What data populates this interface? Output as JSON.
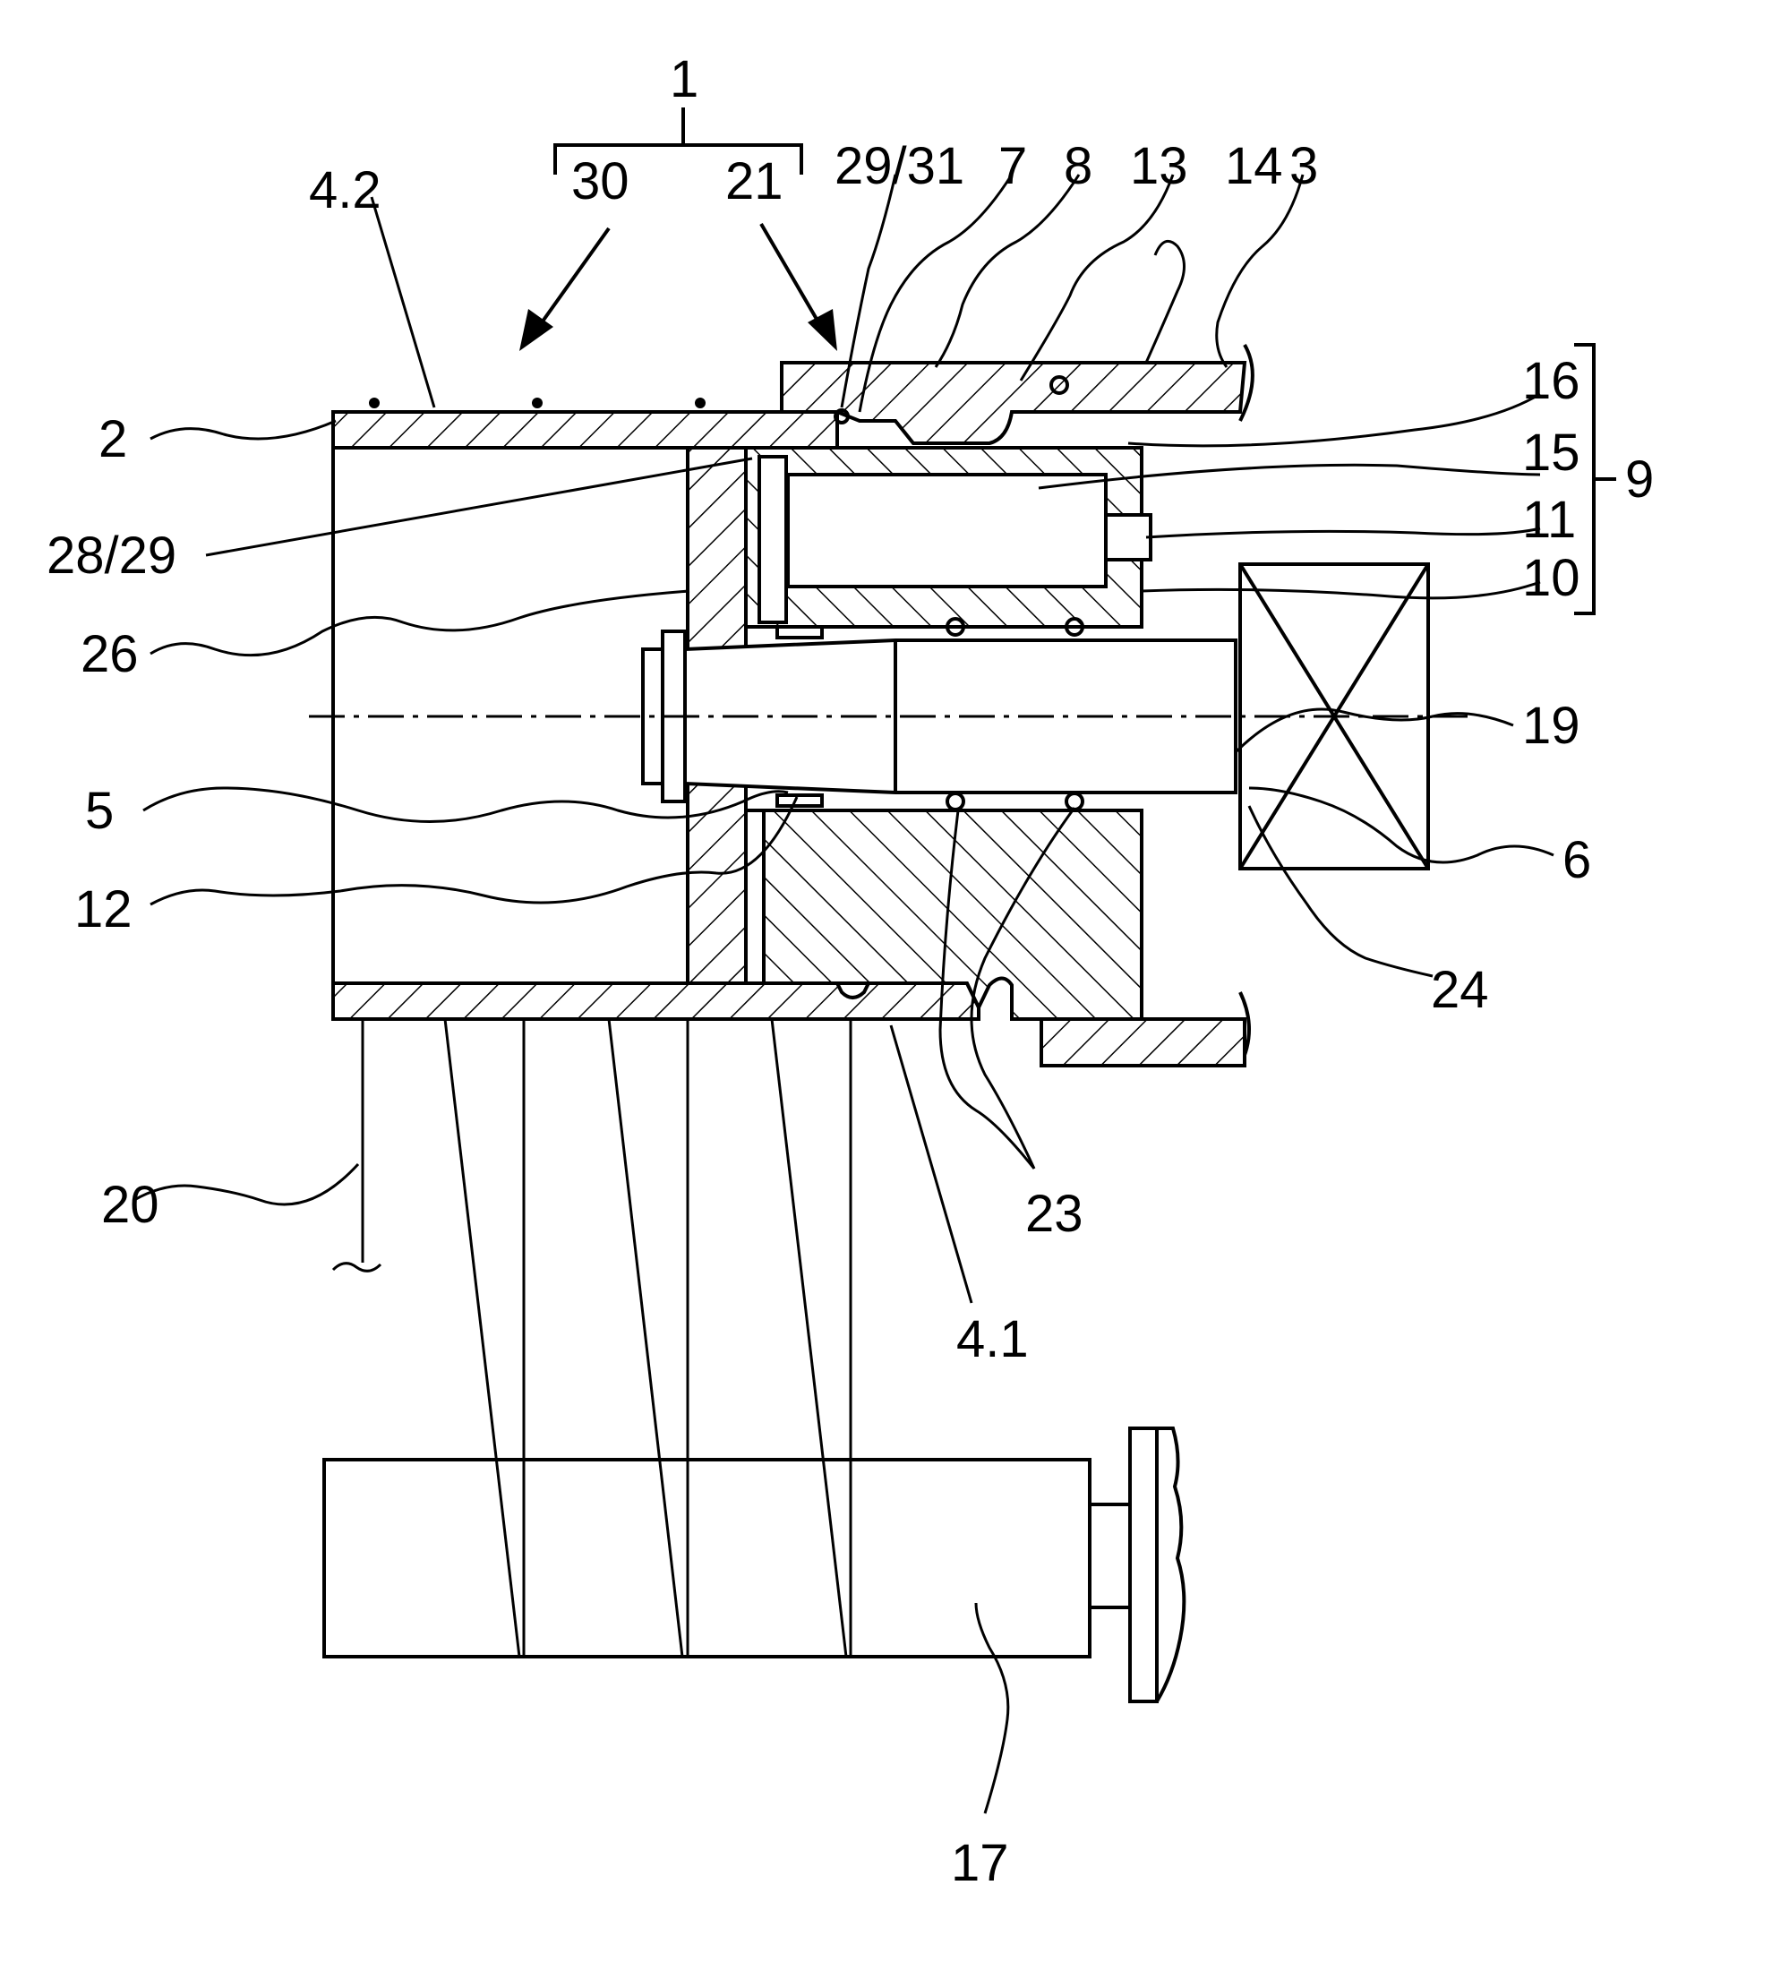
{
  "figure": {
    "labels": [
      {
        "id": "l1",
        "text": "1"
      },
      {
        "id": "l30",
        "text": "30"
      },
      {
        "id": "l21",
        "text": "21"
      },
      {
        "id": "l4_2",
        "text": "4.2"
      },
      {
        "id": "l29_31",
        "text": "29/31"
      },
      {
        "id": "l7",
        "text": "7"
      },
      {
        "id": "l8",
        "text": "8"
      },
      {
        "id": "l13",
        "text": "13"
      },
      {
        "id": "l14",
        "text": "14"
      },
      {
        "id": "l3",
        "text": "3"
      },
      {
        "id": "l16",
        "text": "16"
      },
      {
        "id": "l15",
        "text": "15"
      },
      {
        "id": "l9",
        "text": "9"
      },
      {
        "id": "l11",
        "text": "11"
      },
      {
        "id": "l10",
        "text": "10"
      },
      {
        "id": "l2",
        "text": "2"
      },
      {
        "id": "l28_29",
        "text": "28/29"
      },
      {
        "id": "l26",
        "text": "26"
      },
      {
        "id": "l19",
        "text": "19"
      },
      {
        "id": "l5",
        "text": "5"
      },
      {
        "id": "l6",
        "text": "6"
      },
      {
        "id": "l12",
        "text": "12"
      },
      {
        "id": "l24",
        "text": "24"
      },
      {
        "id": "l20",
        "text": "20"
      },
      {
        "id": "l23",
        "text": "23"
      },
      {
        "id": "l4_1",
        "text": "4.1"
      },
      {
        "id": "l17",
        "text": "17"
      }
    ]
  },
  "colors": {
    "line": "#000000",
    "background": "#ffffff"
  }
}
